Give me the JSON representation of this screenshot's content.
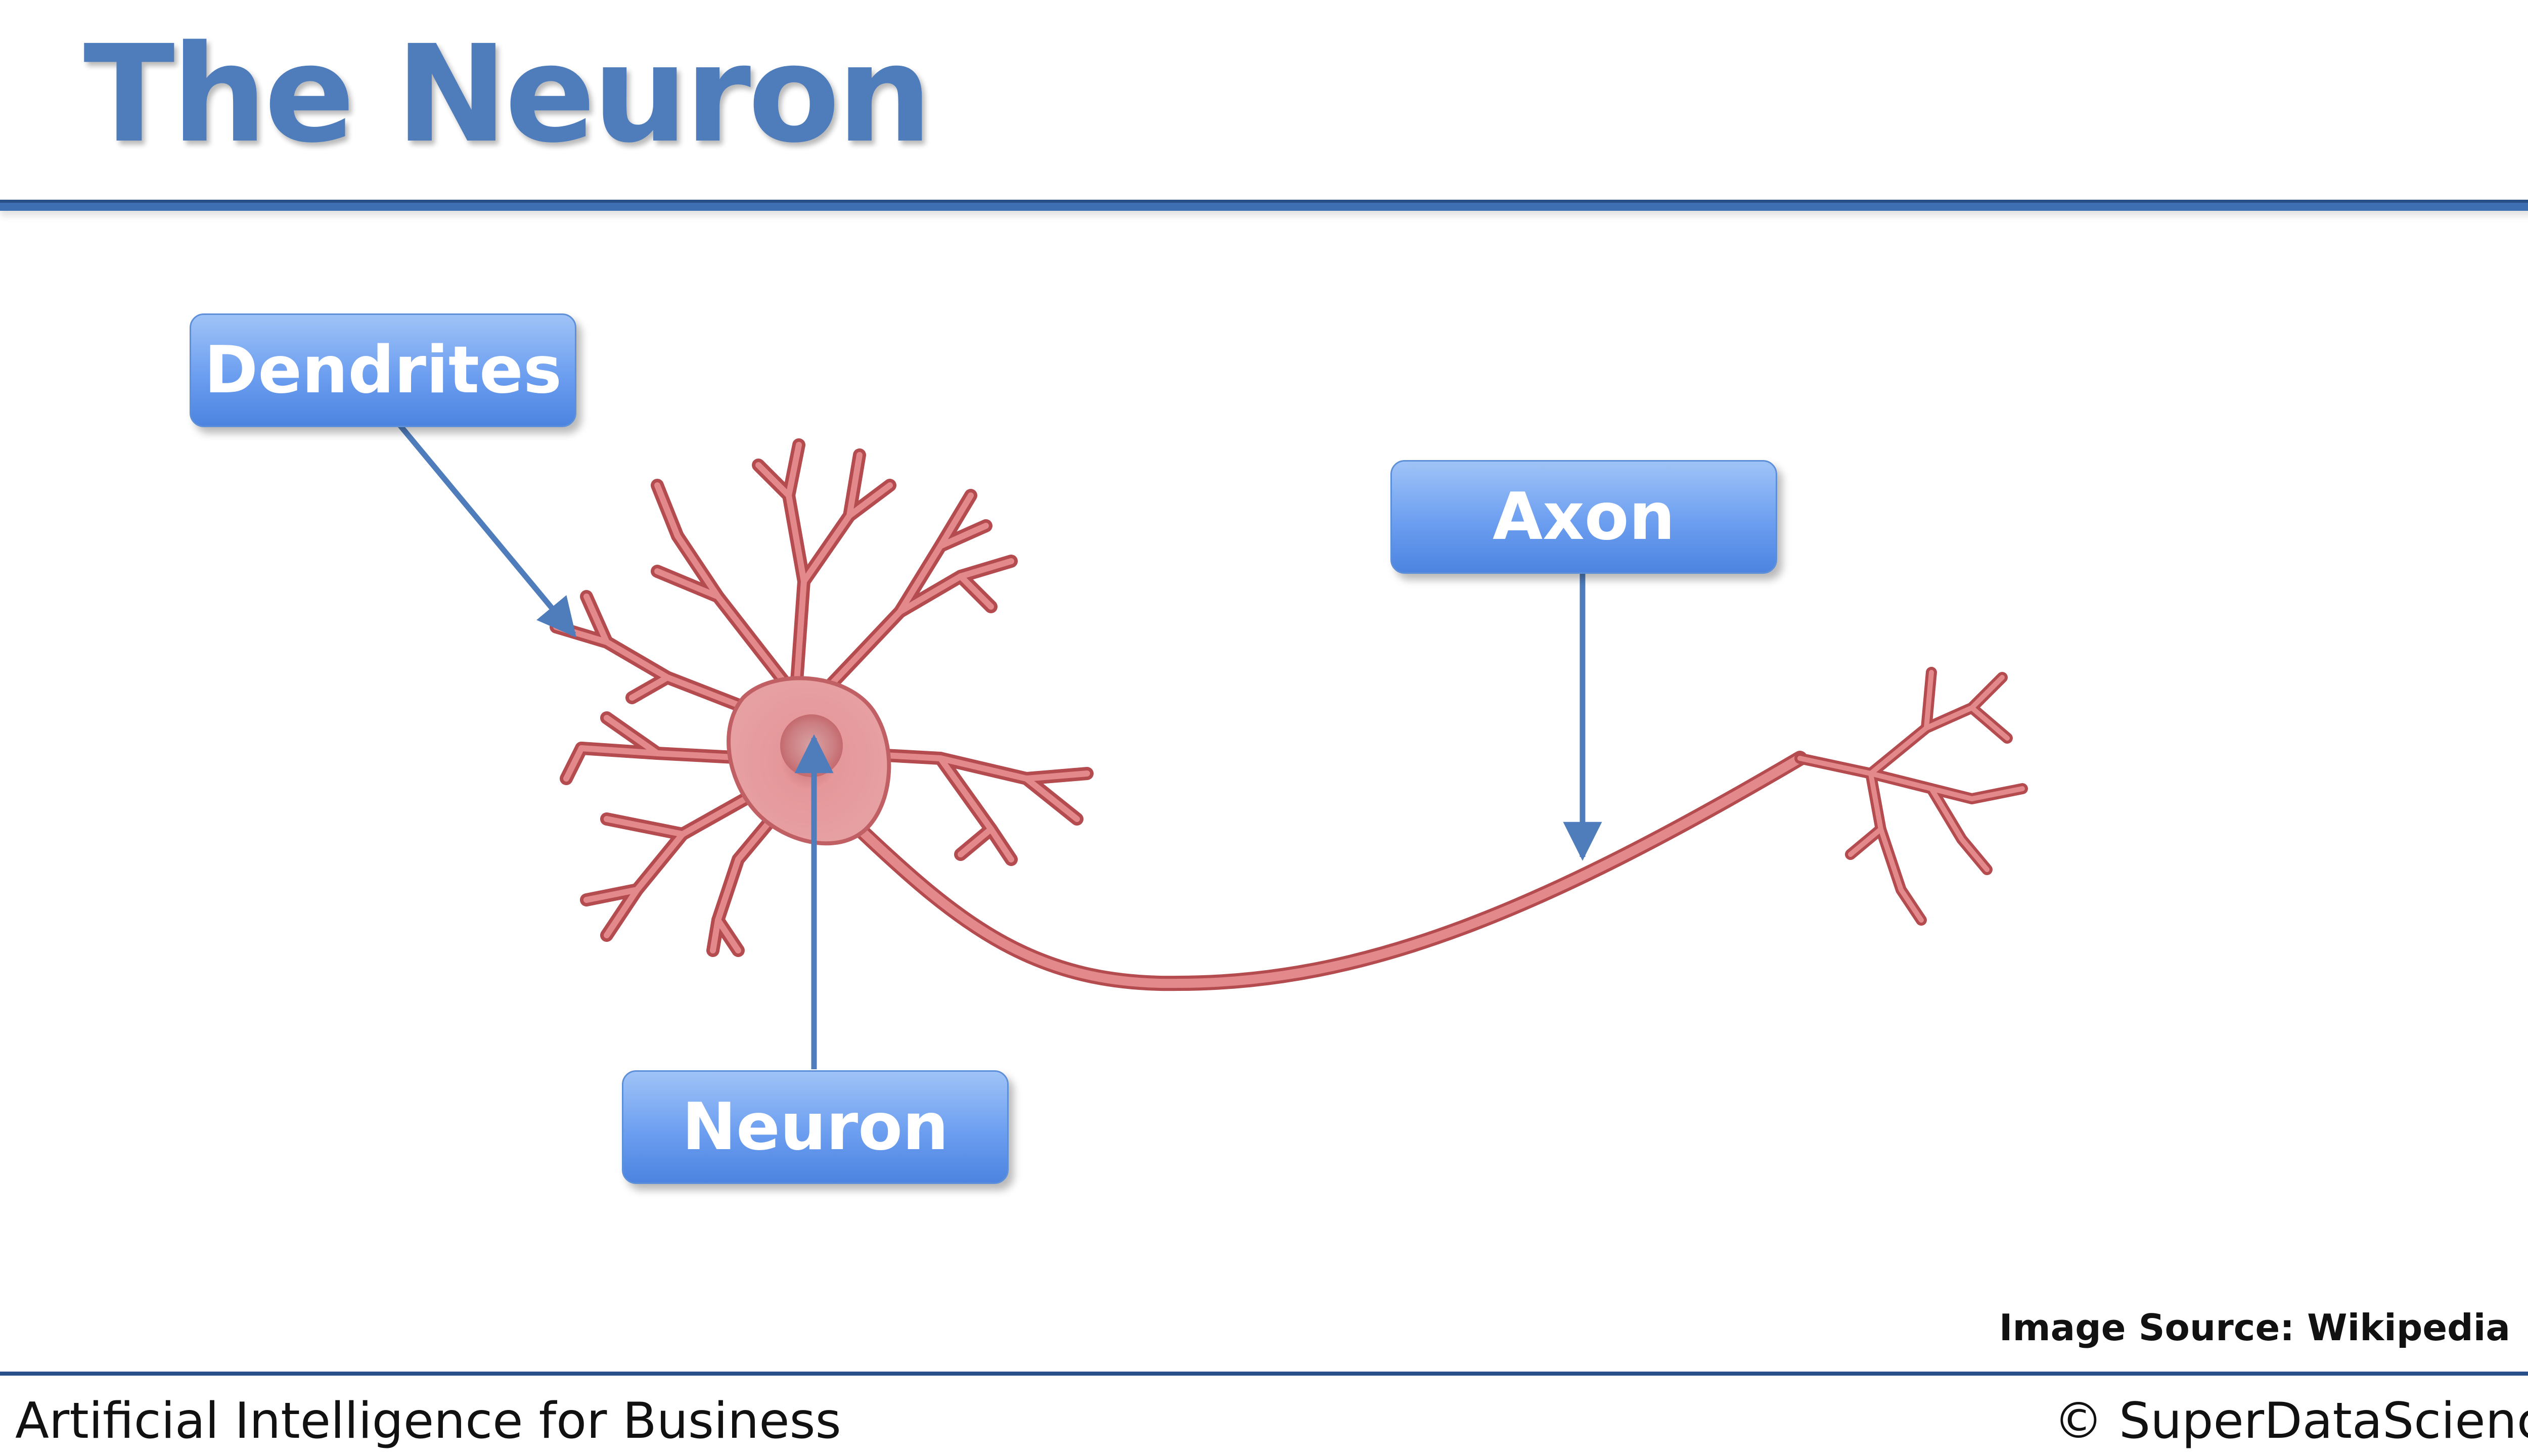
{
  "slide": {
    "title": "The Neuron",
    "footer_left": "Artificial Intelligence for Business",
    "footer_right": "© SuperDataScience",
    "image_source": "Image Source: Wikipedia"
  },
  "labels": {
    "dendrites": "Dendrites",
    "axon": "Axon",
    "neuron": "Neuron"
  },
  "colors": {
    "title": "#4f7dbc",
    "rule": "#3f6fb3",
    "label_fill": "#6c9ef0",
    "arrow": "#4f7dbc",
    "neuron_stroke": "#b34b4f",
    "neuron_fill": "#e3898c"
  }
}
